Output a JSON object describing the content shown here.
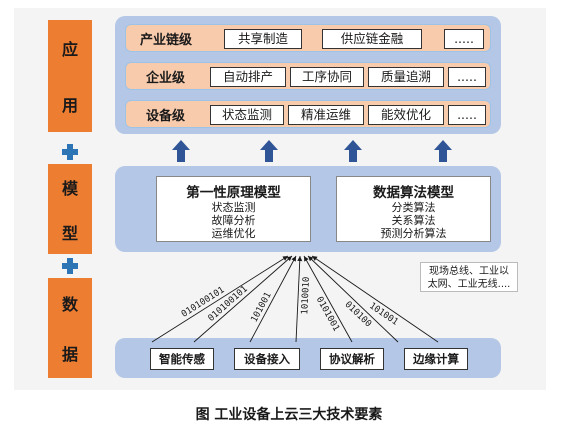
{
  "side_labels": {
    "application": [
      "应",
      "用"
    ],
    "model": [
      "模",
      "型"
    ],
    "data": [
      "数",
      "据"
    ]
  },
  "application": {
    "rows": [
      {
        "label": "产业链级",
        "chips": [
          "共享制造",
          "供应链金融",
          "....."
        ]
      },
      {
        "label": "企业级",
        "chips": [
          "自动排产",
          "工序协同",
          "质量追溯",
          "....."
        ]
      },
      {
        "label": "设备级",
        "chips": [
          "状态监测",
          "精准运维",
          "能效优化",
          "....."
        ]
      }
    ]
  },
  "model": {
    "boxes": [
      {
        "title": "第一性原理模型",
        "items": [
          "状态监测",
          "故障分析",
          "运维优化"
        ]
      },
      {
        "title": "数据算法模型",
        "items": [
          "分类算法",
          "关系算法",
          "预测分析算法"
        ]
      }
    ]
  },
  "data_layer": {
    "chips": [
      "智能传感",
      "设备接入",
      "协议解析",
      "边缘计算"
    ],
    "note": [
      "现场总线、工业以",
      "太网、工业无线...."
    ],
    "streams": [
      "010100101",
      "010100101",
      "101001",
      "1010010",
      "0101001",
      "010100",
      "101001"
    ]
  },
  "caption": "图 工业设备上云三大技术要素",
  "colors": {
    "side": "#ed7d31",
    "panel": "#b4c7e7",
    "row": "#f8cbad",
    "arrow": "#2f5597",
    "plus": "#2e75b6"
  }
}
